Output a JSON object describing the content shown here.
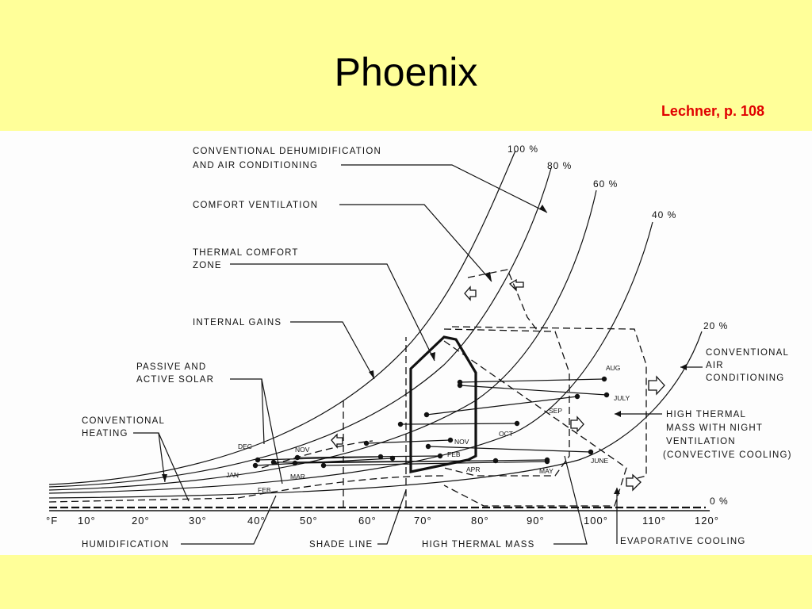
{
  "slide": {
    "title": "Phoenix",
    "credit": "Lechner, p. 108"
  },
  "diagram": {
    "rh_curves": [
      "100 %",
      "80 %",
      "60 %",
      "40 %",
      "20 %",
      "0 %"
    ],
    "x_axis": {
      "unit": "°F",
      "ticks": [
        "10°",
        "20°",
        "30°",
        "40°",
        "50°",
        "60°",
        "70°",
        "80°",
        "90°",
        "100°",
        "110°",
        "120°"
      ]
    },
    "strategy_labels": {
      "dehumid_1": "CONVENTIONAL DEHUMIDIFICATION",
      "dehumid_2": "AND AIR CONDITIONING",
      "comfort_vent": "COMFORT VENTILATION",
      "comfort_zone_1": "THERMAL COMFORT",
      "comfort_zone_2": "ZONE",
      "internal_gains": "INTERNAL GAINS",
      "passive_1": "PASSIVE AND",
      "passive_2": "ACTIVE SOLAR",
      "conv_heating_1": "CONVENTIONAL",
      "conv_heating_2": "HEATING",
      "conv_ac_1": "CONVENTIONAL",
      "conv_ac_2": "AIR",
      "conv_ac_3": "CONDITIONING",
      "htm_night_1": "HIGH THERMAL",
      "htm_night_2": "MASS WITH NIGHT",
      "htm_night_3": "VENTILATION",
      "htm_night_4": "(CONVECTIVE COOLING)",
      "humidification": "HUMIDIFICATION",
      "shade_line": "SHADE LINE",
      "high_thermal_mass": "HIGH THERMAL MASS",
      "evap_cooling": "EVAPORATIVE COOLING"
    },
    "months": {
      "jan": "JAN",
      "feb": "FEB",
      "mar": "MAR",
      "apr": "APR",
      "may": "MAY",
      "june": "JUNE",
      "july": "JULY",
      "aug": "AUG",
      "sep": "SEP",
      "oct": "OCT",
      "nov": "NOV",
      "dec": "DEC",
      "nov2": "NOV",
      "feb2": "FEB"
    }
  }
}
